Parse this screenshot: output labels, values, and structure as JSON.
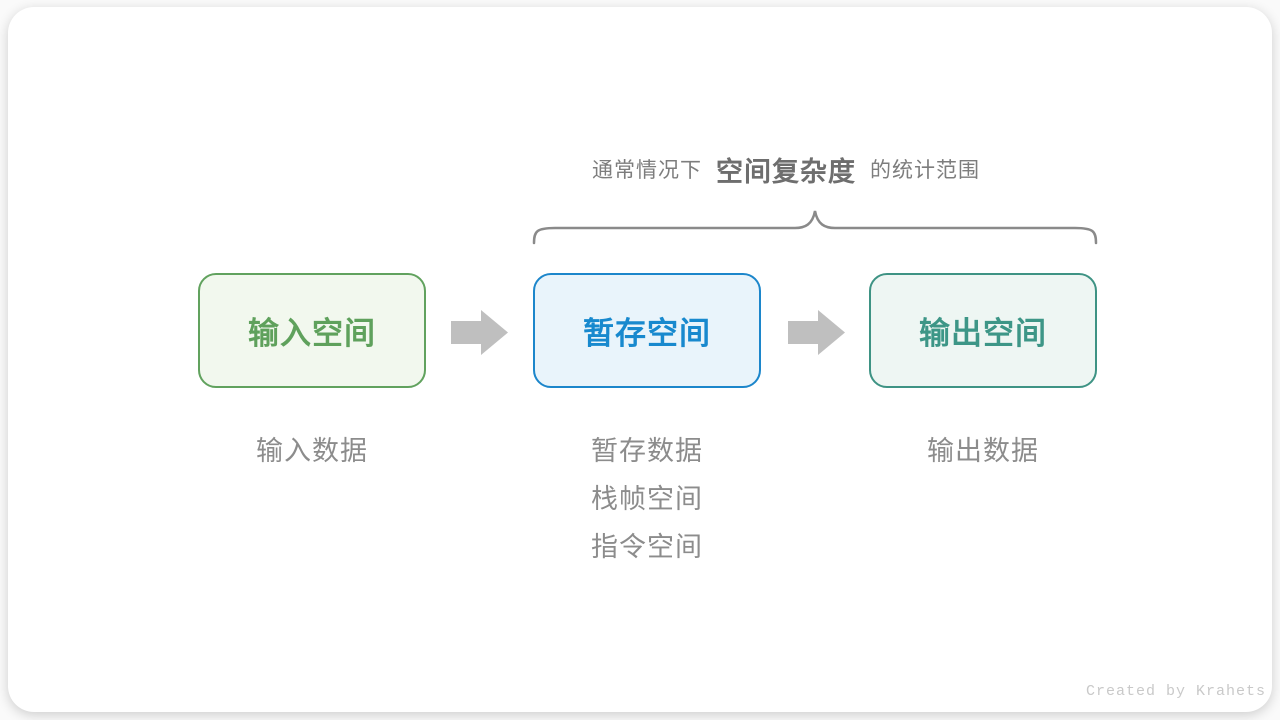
{
  "title": {
    "prefix": "通常情况下",
    "highlight": "空间复杂度",
    "suffix": "的统计范围"
  },
  "boxes": [
    {
      "id": "input-space",
      "label": "输入空间",
      "text_color": "#5fa15c",
      "bg_color": "#f2f8ee",
      "border_color": "#61a25e"
    },
    {
      "id": "temp-space",
      "label": "暂存空间",
      "text_color": "#1889ce",
      "bg_color": "#e9f4fb",
      "border_color": "#1c86cb"
    },
    {
      "id": "output-space",
      "label": "输出空间",
      "text_color": "#3d9687",
      "bg_color": "#eef6f3",
      "border_color": "#3e9384"
    }
  ],
  "notes": [
    {
      "lines": [
        "输入数据"
      ]
    },
    {
      "lines": [
        "暂存数据",
        "栈帧空间",
        "指令空间"
      ]
    },
    {
      "lines": [
        "输出数据"
      ]
    }
  ],
  "footer": {
    "credit": "Created by Krahets"
  },
  "colors": {
    "arrow": "#bfbfbf",
    "brace": "#8a8a8a",
    "note_text": "#8c8c8c",
    "title_text": "#7d7d7d",
    "card_bg": "#ffffff"
  }
}
